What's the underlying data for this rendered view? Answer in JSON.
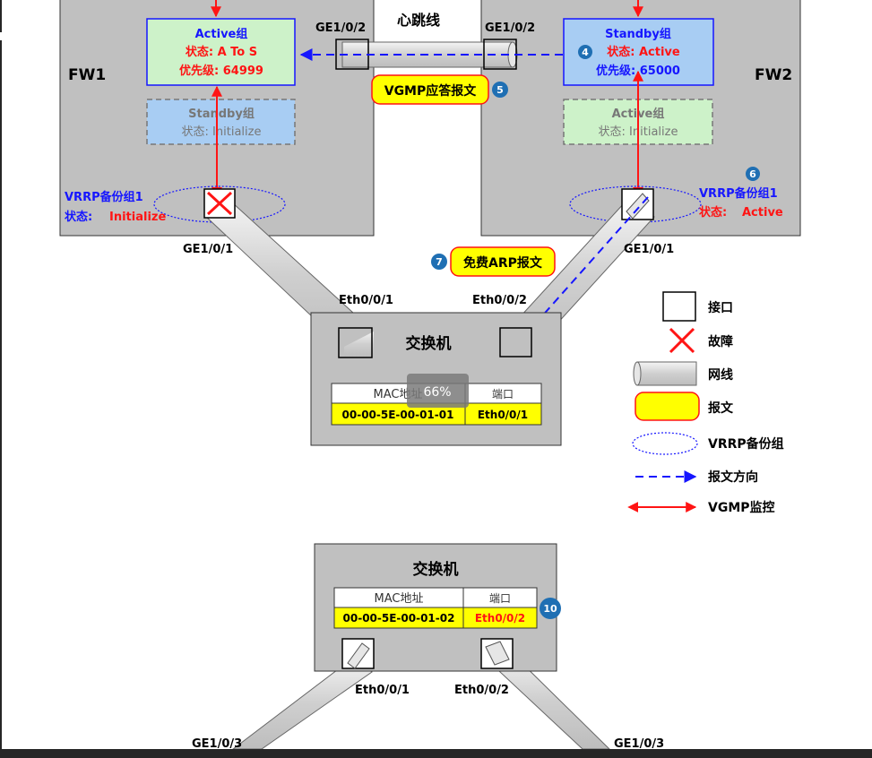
{
  "fw1": {
    "name": "FW1",
    "active_group": {
      "title": "Active组",
      "state": "状态: A To S",
      "priority": "优先级: 64999"
    },
    "standby_group": {
      "title": "Standby组",
      "state": "状态: Initialize"
    },
    "heartbeat_port": "GE1/0/2",
    "uplink_port": "GE1/0/1",
    "vrrp": {
      "title": "VRRP备份组1",
      "state_label": "状态:",
      "state_value": "Initialize"
    }
  },
  "fw2": {
    "name": "FW2",
    "standby_group": {
      "title": "Standby组",
      "state": "状态: Active",
      "priority": "优先级: 65000"
    },
    "active_group": {
      "title": "Active组",
      "state": "状态: Initialize"
    },
    "heartbeat_port": "GE1/0/2",
    "uplink_port": "GE1/0/1",
    "vrrp": {
      "title": "VRRP备份组1",
      "state_label": "状态:",
      "state_value": "Active"
    }
  },
  "heartbeat_label": "心跳线",
  "messages": {
    "vgmp_reply": "VGMP应答报文",
    "free_arp": "免费ARP报文"
  },
  "steps": {
    "s4": "4",
    "s5": "5",
    "s6": "6",
    "s7": "7",
    "s10": "10"
  },
  "switch1": {
    "title": "交换机",
    "port_left": "Eth0/0/1",
    "port_right": "Eth0/0/2",
    "table": {
      "col_mac": "MAC地址",
      "col_port": "端口",
      "mac": "00-00-5E-00-01-01",
      "port": "Eth0/0/1"
    }
  },
  "zoom_badge": "66%",
  "switch2": {
    "title": "交换机",
    "port_left": "Eth0/0/1",
    "port_right": "Eth0/0/2",
    "table": {
      "col_mac": "MAC地址",
      "col_port": "端口",
      "mac": "00-00-5E-00-01-02",
      "port": "Eth0/0/2"
    },
    "lower_left": "GE1/0/3",
    "lower_right": "GE1/0/3"
  },
  "legend": {
    "interface": "接口",
    "fault": "故障",
    "cable": "网线",
    "message": "报文",
    "vrrp_group": "VRRP备份组",
    "msg_direction": "报文方向",
    "vgmp_monitor": "VGMP监控"
  },
  "colors": {
    "panel_bg": "#c0c0c0",
    "active_box": "#cdf2c9",
    "standby_box": "#a8cdf3",
    "vrrp_blue": "#1616ff",
    "status_red": "#ff1414",
    "message_yellow": "#ffff00",
    "step_badge": "#1f6fb3"
  }
}
